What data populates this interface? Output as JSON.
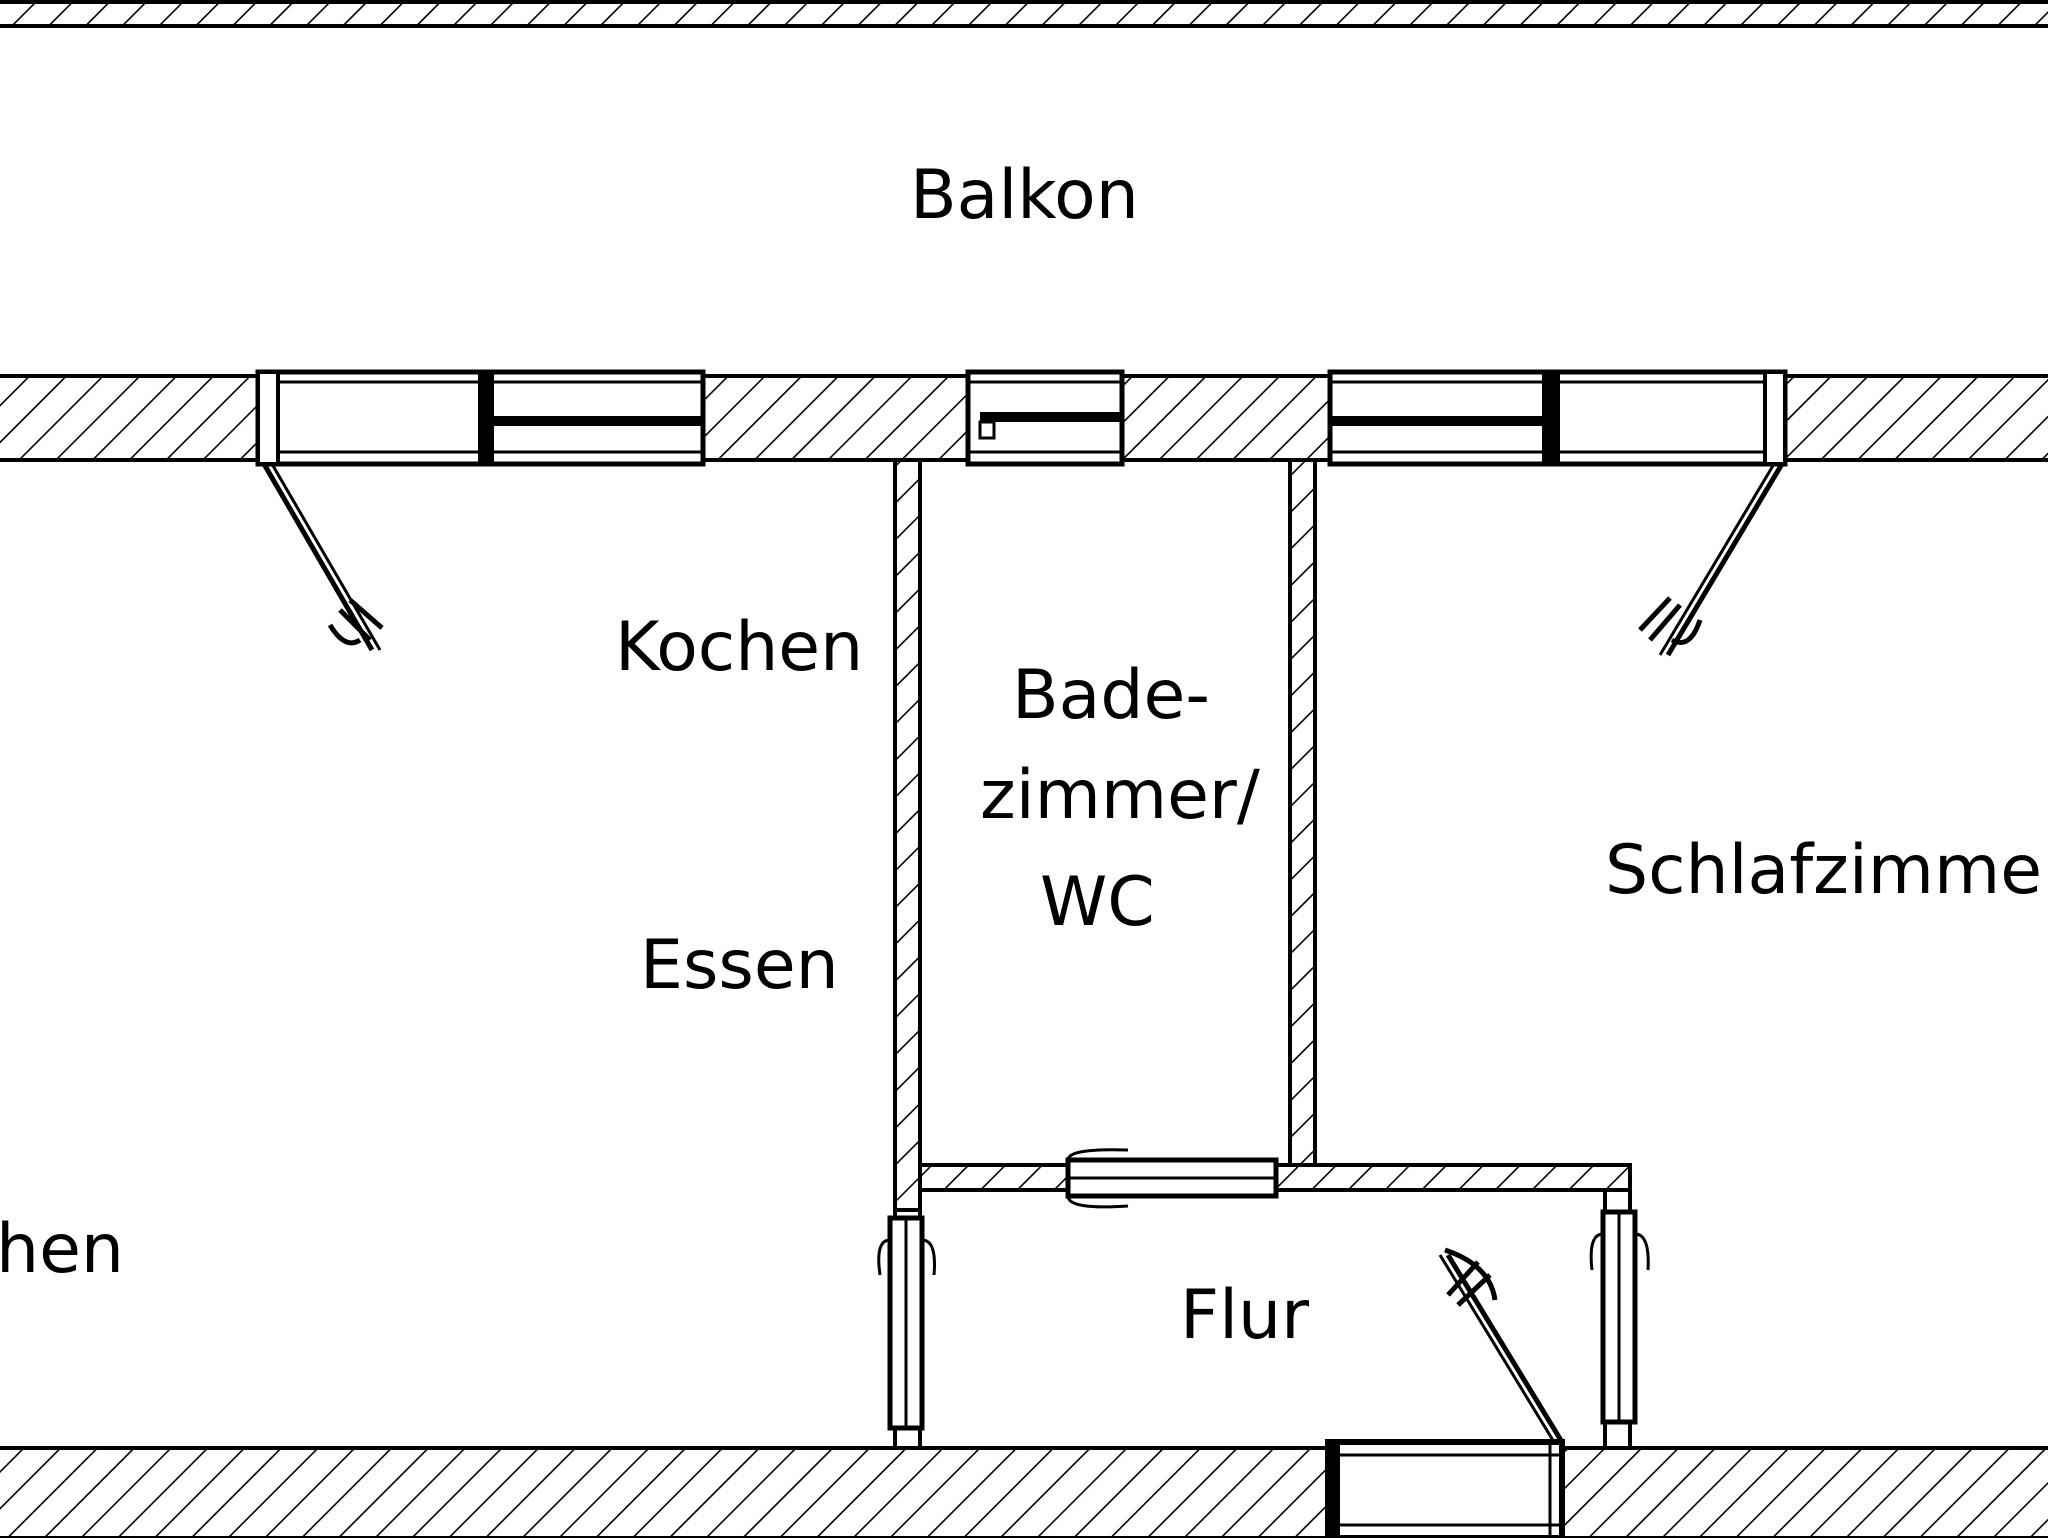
{
  "rooms": {
    "balkon": "Balkon",
    "kochen": "Kochen",
    "essen": "Essen",
    "bad_line1": "Bade-",
    "bad_line2": "zimmer/",
    "bad_line3": "WC",
    "schlafzimmer": "Schlafzimmer",
    "wohnen_partial": "hen",
    "flur": "Flur"
  },
  "colors": {
    "line": "#000000",
    "background": "#ffffff"
  }
}
